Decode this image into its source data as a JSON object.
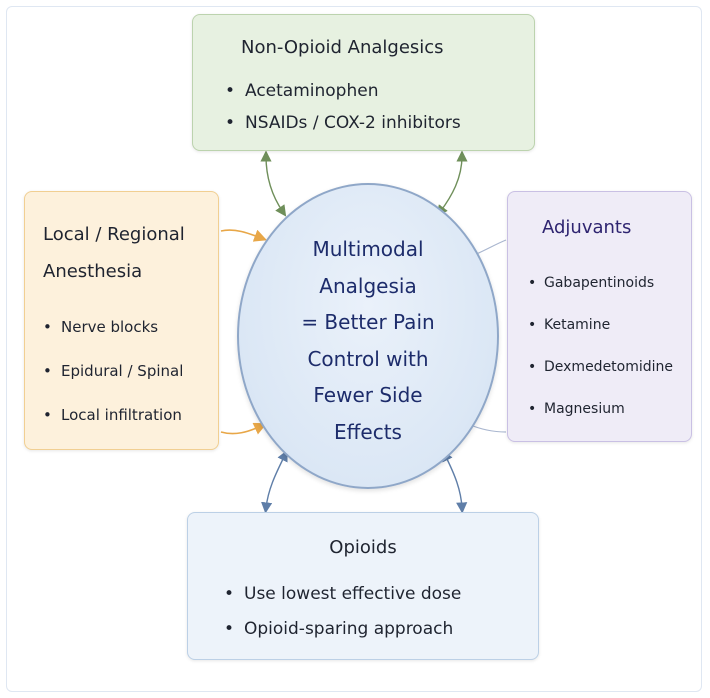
{
  "center": {
    "lines": [
      "Multimodal",
      "Analgesia",
      "= Better Pain",
      "Control with",
      "Fewer Side",
      "Effects"
    ]
  },
  "non_opioid": {
    "title": "Non-Opioid Analgesics",
    "items": [
      "Acetaminophen",
      "NSAIDs / COX-2 inhibitors"
    ]
  },
  "local_regional": {
    "title": "Local / Regional Anesthesia",
    "items": [
      "Nerve blocks",
      "Epidural / Spinal",
      "Local infiltration"
    ]
  },
  "adjuvants": {
    "title": "Adjuvants",
    "items": [
      "Gabapentinoids",
      "Ketamine",
      "Dexmedetomidine",
      "Magnesium"
    ]
  },
  "opioids": {
    "title": "Opioids",
    "items": [
      "Use lowest effective dose",
      "Opioid-sparing approach"
    ]
  },
  "colors": {
    "non_opioid_fill": "#e7f1e1",
    "local_fill": "#fdf1dc",
    "adjuvants_fill": "#efecf7",
    "opioids_fill": "#edf3fa",
    "center_fill": "#dbe7f5",
    "center_text": "#1d2c6b",
    "green_arrow": "#6f8f5a",
    "orange_arrow": "#e8a748",
    "blue_arrow": "#5f7ea8",
    "purple_line": "#a9b6cf"
  }
}
